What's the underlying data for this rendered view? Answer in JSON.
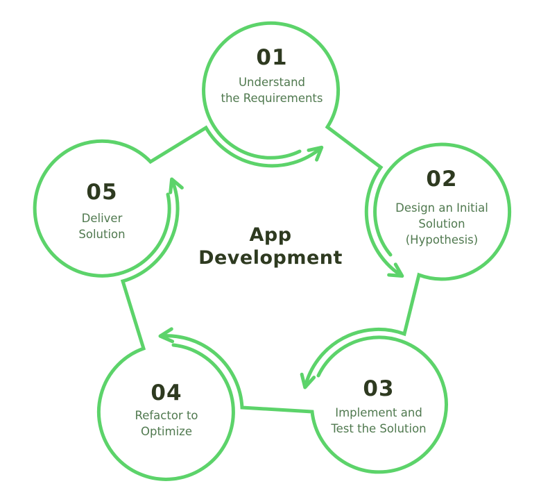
{
  "title": {
    "line1": "App",
    "line2": "Development"
  },
  "steps": [
    {
      "number": "01",
      "label_lines": [
        "Understand",
        "the Requirements"
      ]
    },
    {
      "number": "02",
      "label_lines": [
        "Design an Initial",
        "Solution",
        "(Hypothesis)"
      ]
    },
    {
      "number": "03",
      "label_lines": [
        "Implement and",
        "Test the Solution"
      ]
    },
    {
      "number": "04",
      "label_lines": [
        "Refactor to",
        "Optimize"
      ]
    },
    {
      "number": "05",
      "label_lines": [
        "Deliver",
        "Solution"
      ]
    }
  ],
  "colors": {
    "stroke_green": "#5CD36A",
    "label_green": "#50794F",
    "number_dark": "#2E3A20",
    "background": "#FFFFFF"
  }
}
